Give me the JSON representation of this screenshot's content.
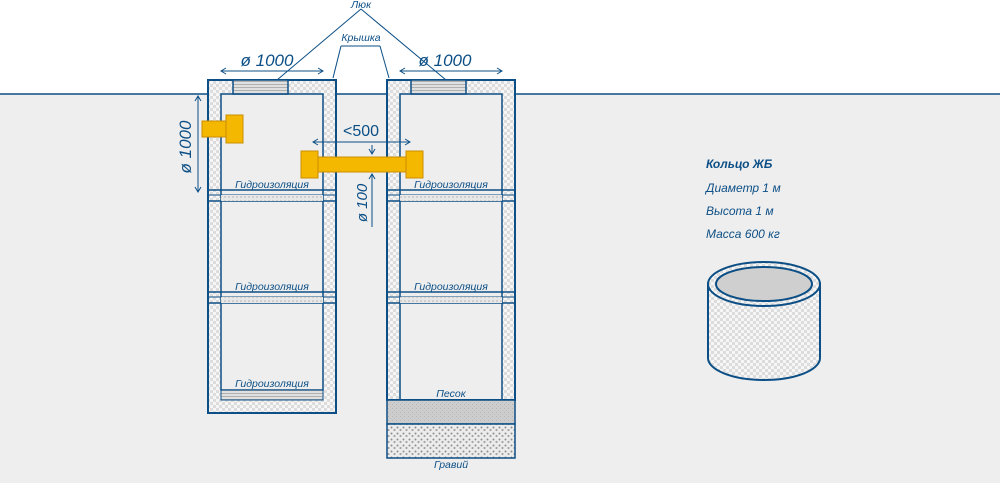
{
  "labels": {
    "hatch": "Люк",
    "lid": "Крышка",
    "diameter_left": "ø 1000",
    "diameter_right": "ø 1000",
    "height_dim": "ø 1000",
    "distance": "<500",
    "pipe_dim": "ø 100",
    "waterproof_1": "Гидроизоляция",
    "waterproof_2": "Гидроизоляция",
    "waterproof_3": "Гидроизоляция",
    "waterproof_4": "Гидроизоляция",
    "waterproof_5": "Гидроизоляция",
    "sand": "Песок",
    "gravel": "Гравий"
  },
  "info": {
    "title": "Кольцо ЖБ",
    "diameter": "Диаметр 1 м",
    "height": "Высота 1 м",
    "mass": "Масса 600 кг"
  },
  "colors": {
    "outline": "#0c4f86",
    "ground": "#eeeeee",
    "pipe": "#f5b800",
    "pipe_edge": "#c98d00",
    "sand": "#cfcfcf",
    "ring_inner": "#cfcfcf"
  }
}
